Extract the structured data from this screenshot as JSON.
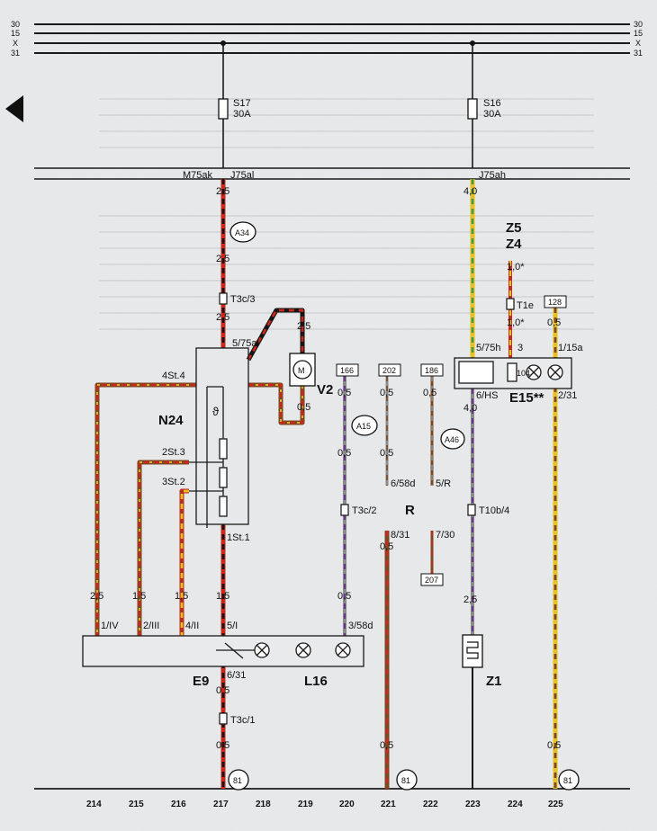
{
  "rails": [
    "30",
    "15",
    "X",
    "31"
  ],
  "fuses": [
    {
      "name": "S17",
      "rating": "30A"
    },
    {
      "name": "S16",
      "rating": "30A"
    }
  ],
  "relay_plate": {
    "left_pin": "M75ak",
    "mid_pin": "J75al",
    "right_pin": "J75ah"
  },
  "wire_sizes": [
    "2,5",
    "2,5",
    "2,5",
    "2,5",
    "0,5",
    "0,5",
    "0,5",
    "0,5",
    "0,5",
    "0,5",
    "0,5",
    "4,0",
    "4,0",
    "2,5",
    "0,5",
    "1,0*",
    "1,0*",
    "1,5",
    "1,5",
    "0,5",
    "0,5"
  ],
  "connectors": {
    "a34": "A34",
    "a15": "A15",
    "a46": "A46",
    "t3c3": "T3c/3",
    "t3c2": "T3c/2",
    "t3c1": "T3c/1",
    "t1e": "T1e",
    "t10b4": "T10b/4"
  },
  "pins": {
    "p575al": "5/75al",
    "p4st4": "4St.4",
    "p2st3": "2St.3",
    "p3st2": "3St.2",
    "p1st1": "1St.1",
    "p1iv": "1/IV",
    "p2iii": "2/III",
    "p4ii": "4/II",
    "p5i": "5/I",
    "p358d": "3/58d",
    "p631": "6/31",
    "p658d": "6/58d",
    "p5r": "5/R",
    "p831": "8/31",
    "p730": "7/30",
    "p575h": "5/75h",
    "p3": "3",
    "p115a": "1/15a",
    "p6hs": "6/HS",
    "p231": "2/31"
  },
  "boxes": [
    "166",
    "202",
    "186",
    "128",
    "207"
  ],
  "components": {
    "n24": "N24",
    "v2": "V2",
    "e9": "E9",
    "l16": "L16",
    "r": "R",
    "z5": "Z5",
    "z4": "Z4",
    "z1": "Z1",
    "e15": "E15**",
    "motor": "M",
    "relay": "104"
  },
  "ground": "81",
  "track_numbers": [
    "214",
    "215",
    "216",
    "217",
    "218",
    "219",
    "220",
    "221",
    "222",
    "223",
    "224",
    "225"
  ],
  "colors": {
    "red": "#c8281e",
    "yellow": "#e8c020",
    "brown": "#7a4a22",
    "green": "#4f9a3a",
    "black": "#151515",
    "grey": "#8a8a8a",
    "purple": "#6a3a8a"
  }
}
